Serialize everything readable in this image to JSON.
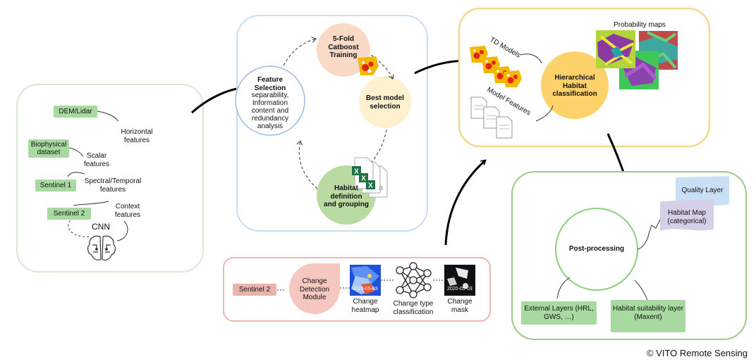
{
  "feature_panel": {
    "inputs": [
      "DEM/Lidar",
      "Biophysical dataset",
      "Sentinel 1",
      "Sentinel 2"
    ],
    "features": [
      "Horizontal features",
      "Scalar features",
      "Spectral/Temporal features",
      "Context features"
    ],
    "cnn_label": "CNN"
  },
  "selection_panel": {
    "feature_selection_title": "Feature Selection",
    "feature_selection_desc": "separability, Information content and redundancy analysis",
    "catboost": "5-Fold Catboost Training",
    "best_model": "Best model selection",
    "habitat_def": "Habitat definition and grouping"
  },
  "classification_panel": {
    "td_models": "TD Models",
    "model_features": "Model Features",
    "hierarchical": "Hierarchical Habitat classification",
    "probability_maps": "Probability maps"
  },
  "change_panel": {
    "sentinel2": "Sentinel 2",
    "module": "Change Detection Module",
    "heatmap_label": "Change heatmap",
    "type_label": "Change type classification",
    "mask_label": "Change mask",
    "heatmap_date": "2020-05-03",
    "mask_date": "2020-05-03"
  },
  "post_panel": {
    "title": "Post-processing",
    "quality": "Quality Layer",
    "habitat_map": "Habitat Map (categorical)",
    "external": "External Layers (HRL, GWS, …)",
    "suitability": "Habitat suitability layer (Maxent)"
  },
  "copyright": "© VITO Remote Sensing"
}
